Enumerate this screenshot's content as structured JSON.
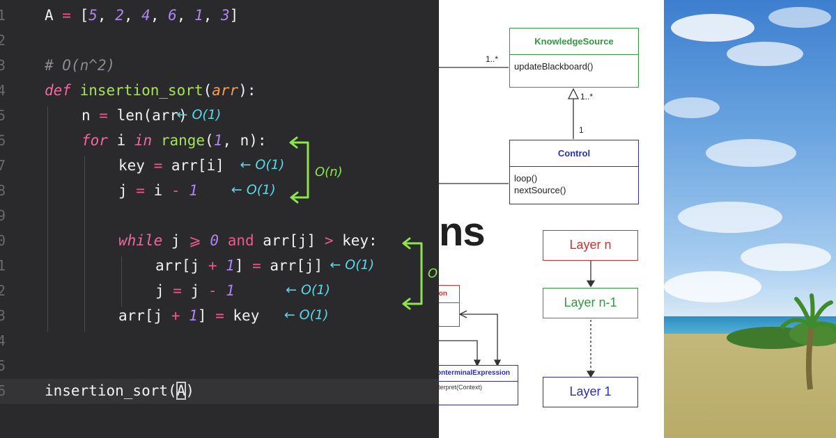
{
  "editor": {
    "lines": [
      {
        "n": "1",
        "indent": 0,
        "tokens": [
          [
            "A ",
            ""
          ],
          [
            "= ",
            "op"
          ],
          [
            "[",
            ""
          ],
          [
            "5",
            "num"
          ],
          [
            ", ",
            ""
          ],
          [
            "2",
            "num"
          ],
          [
            ", ",
            ""
          ],
          [
            "4",
            "num"
          ],
          [
            ", ",
            ""
          ],
          [
            "6",
            "num"
          ],
          [
            ", ",
            ""
          ],
          [
            "1",
            "num"
          ],
          [
            ", ",
            ""
          ],
          [
            "3",
            "num"
          ],
          [
            "]",
            ""
          ]
        ]
      },
      {
        "n": "2",
        "indent": 0,
        "tokens": []
      },
      {
        "n": "3",
        "indent": 0,
        "tokens": [
          [
            "# O(n^2)",
            "cm"
          ]
        ]
      },
      {
        "n": "4",
        "indent": 0,
        "tokens": [
          [
            "def",
            "kw"
          ],
          [
            " ",
            ""
          ],
          [
            "insertion_sort",
            "fn"
          ],
          [
            "(",
            ""
          ],
          [
            "arr",
            "arg"
          ],
          [
            "):",
            ""
          ]
        ]
      },
      {
        "n": "5",
        "indent": 1,
        "tokens": [
          [
            "n ",
            ""
          ],
          [
            "= ",
            "op"
          ],
          [
            "len(arr)",
            ""
          ]
        ]
      },
      {
        "n": "6",
        "indent": 1,
        "tokens": [
          [
            "for",
            "kw"
          ],
          [
            " i ",
            ""
          ],
          [
            "in",
            "kw"
          ],
          [
            " ",
            ""
          ],
          [
            "range",
            "fn"
          ],
          [
            "(",
            ""
          ],
          [
            "1",
            "num"
          ],
          [
            ", n):",
            ""
          ]
        ]
      },
      {
        "n": "7",
        "indent": 2,
        "tokens": [
          [
            "key ",
            ""
          ],
          [
            "= ",
            "op"
          ],
          [
            "arr[i]",
            ""
          ]
        ]
      },
      {
        "n": "8",
        "indent": 2,
        "tokens": [
          [
            "j ",
            ""
          ],
          [
            "= ",
            "op"
          ],
          [
            "i ",
            ""
          ],
          [
            "- ",
            "op"
          ],
          [
            "1",
            "num"
          ]
        ]
      },
      {
        "n": "9",
        "indent": 0,
        "tokens": []
      },
      {
        "n": "0",
        "indent": 2,
        "tokens": [
          [
            "while",
            "kw"
          ],
          [
            " j ",
            ""
          ],
          [
            "⩾ ",
            "op"
          ],
          [
            "0",
            "num"
          ],
          [
            " ",
            ""
          ],
          [
            "and",
            "op"
          ],
          [
            " arr[j] ",
            ""
          ],
          [
            "> ",
            "op"
          ],
          [
            "key:",
            ""
          ]
        ]
      },
      {
        "n": "1",
        "indent": 3,
        "tokens": [
          [
            "arr[j ",
            ""
          ],
          [
            "+ ",
            "op"
          ],
          [
            "1",
            "num"
          ],
          [
            "] ",
            ""
          ],
          [
            "= ",
            "op"
          ],
          [
            "arr[j]",
            ""
          ]
        ]
      },
      {
        "n": "2",
        "indent": 3,
        "tokens": [
          [
            "j ",
            ""
          ],
          [
            "= ",
            "op"
          ],
          [
            "j ",
            ""
          ],
          [
            "- ",
            "op"
          ],
          [
            "1",
            "num"
          ]
        ]
      },
      {
        "n": "3",
        "indent": 2,
        "tokens": [
          [
            "arr[j ",
            ""
          ],
          [
            "+ ",
            "op"
          ],
          [
            "1",
            "num"
          ],
          [
            "] ",
            ""
          ],
          [
            "= ",
            "op"
          ],
          [
            "key",
            ""
          ]
        ]
      },
      {
        "n": "4",
        "indent": 0,
        "tokens": []
      },
      {
        "n": "5",
        "indent": 0,
        "tokens": []
      },
      {
        "n": "6",
        "indent": 0,
        "tokens": [
          [
            "insertion_sort(",
            ""
          ],
          [
            "A",
            "cursor"
          ],
          [
            ")",
            ""
          ]
        ]
      }
    ],
    "annotations": [
      {
        "line": 5,
        "after": 10,
        "text": "← O(1)"
      },
      {
        "line": 7,
        "after": 13,
        "text": "← O(1)"
      },
      {
        "line": 8,
        "after": 12,
        "text": "← O(1)"
      },
      {
        "line": 11,
        "after": 19,
        "text": "← O(1)"
      },
      {
        "line": 12,
        "after": 14,
        "text": "← O(1)"
      },
      {
        "line": 13,
        "after": 18,
        "text": "← O(1)"
      }
    ],
    "brace_label_1": "O(n)",
    "brace_label_2": "O"
  },
  "diagram": {
    "knowledge_source": {
      "title": "KnowledgeSource",
      "method": "updateBlackboard()"
    },
    "control": {
      "title": "Control",
      "methods": [
        "loop()",
        "nextSource()"
      ]
    },
    "mult_left": "1..*",
    "mult_up": "1..*",
    "mult_one": "1",
    "big_text": "ns",
    "partial_title": "ion",
    "nonterminal": {
      "title": "onterminalExpression",
      "method": "terpret(Context)"
    },
    "layers": [
      "Layer n",
      "Layer n-1",
      "Layer 1"
    ],
    "colors": {
      "green": "#2e9a3a",
      "blue": "#2a2fb0",
      "red": "#d23030"
    }
  },
  "photo": {
    "scene": "beach-with-palm-tree"
  }
}
